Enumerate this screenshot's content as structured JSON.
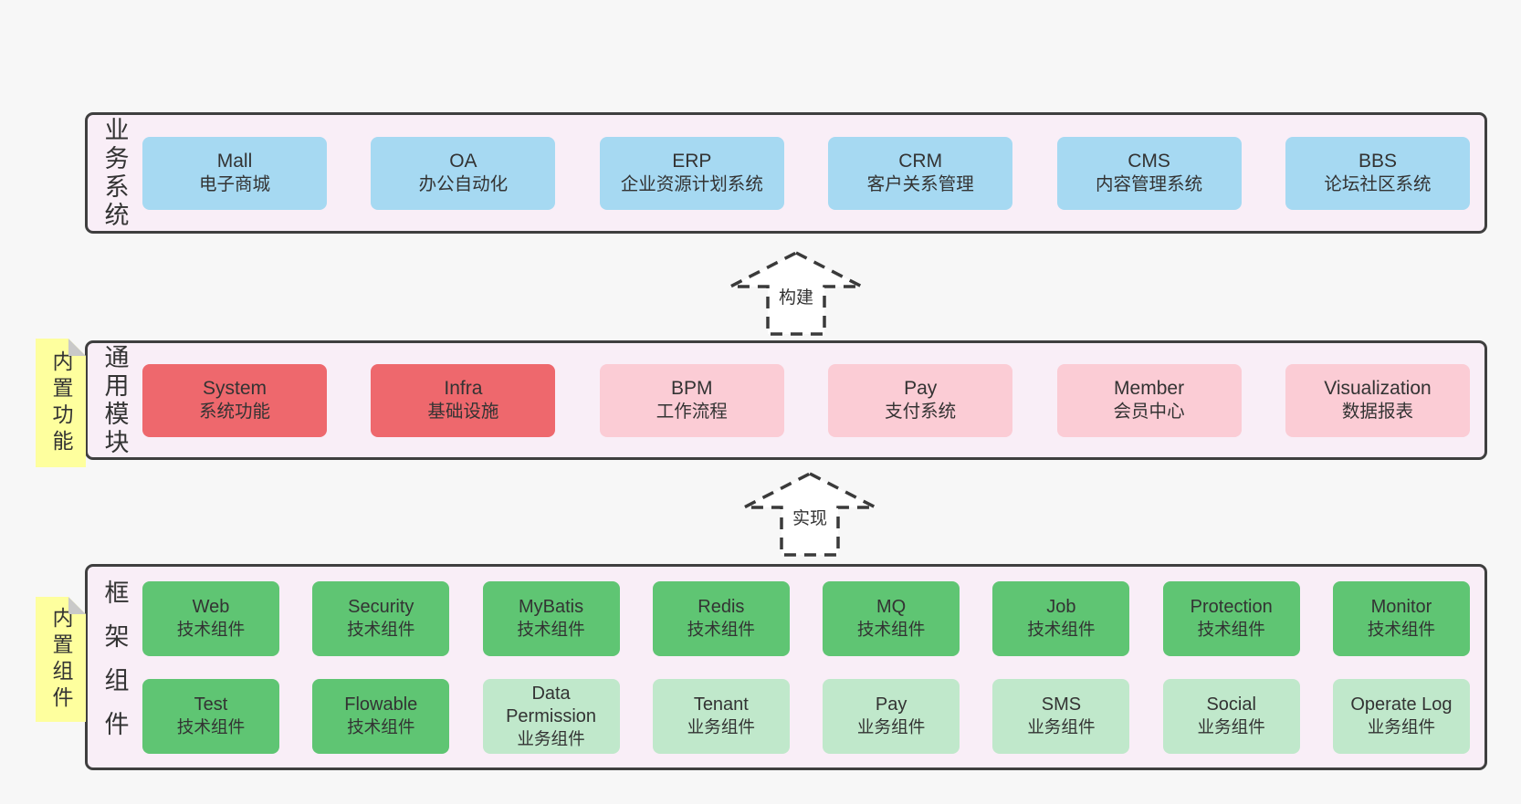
{
  "colors": {
    "page_bg": "#f7f7f7",
    "panel_bg": "#f9eef7",
    "panel_border": "#3f3f3f",
    "node_blue": "#a6d9f2",
    "node_red": "#ee686d",
    "node_pink": "#fbccd5",
    "node_green": "#5fc573",
    "node_light_green": "#c0e8cb",
    "sticky_yellow": "#feff9e",
    "sticky_fold_gray": "#c9c9c9",
    "text_dark": "#333333"
  },
  "sections": {
    "business": {
      "label": "业务系统",
      "boxes": [
        {
          "en": "Mall",
          "zh": "电子商城"
        },
        {
          "en": "OA",
          "zh": "办公自动化"
        },
        {
          "en": "ERP",
          "zh": "企业资源计划系统"
        },
        {
          "en": "CRM",
          "zh": "客户关系管理"
        },
        {
          "en": "CMS",
          "zh": "内容管理系统"
        },
        {
          "en": "BBS",
          "zh": "论坛社区系统"
        }
      ]
    },
    "modules": {
      "label": "通用模块",
      "sticky": "内置功能",
      "boxes": [
        {
          "en": "System",
          "zh": "系统功能"
        },
        {
          "en": "Infra",
          "zh": "基础设施"
        },
        {
          "en": "BPM",
          "zh": "工作流程"
        },
        {
          "en": "Pay",
          "zh": "支付系统"
        },
        {
          "en": "Member",
          "zh": "会员中心"
        },
        {
          "en": "Visualization",
          "zh": "数据报表"
        }
      ]
    },
    "framework": {
      "label": "框架组件",
      "sticky": "内置组件",
      "row1": [
        {
          "en": "Web",
          "zh": "技术组件"
        },
        {
          "en": "Security",
          "zh": "技术组件"
        },
        {
          "en": "MyBatis",
          "zh": "技术组件"
        },
        {
          "en": "Redis",
          "zh": "技术组件"
        },
        {
          "en": "MQ",
          "zh": "技术组件"
        },
        {
          "en": "Job",
          "zh": "技术组件"
        },
        {
          "en": "Protection",
          "zh": "技术组件"
        },
        {
          "en": "Monitor",
          "zh": "技术组件"
        }
      ],
      "row2": [
        {
          "en": "Test",
          "zh": "技术组件"
        },
        {
          "en": "Flowable",
          "zh": "技术组件"
        },
        {
          "en": "Data Permission",
          "zh": "业务组件"
        },
        {
          "en": "Tenant",
          "zh": "业务组件"
        },
        {
          "en": "Pay",
          "zh": "业务组件"
        },
        {
          "en": "SMS",
          "zh": "业务组件"
        },
        {
          "en": "Social",
          "zh": "业务组件"
        },
        {
          "en": "Operate Log",
          "zh": "业务组件"
        }
      ]
    }
  },
  "arrows": [
    {
      "label": "构建"
    },
    {
      "label": "实现"
    }
  ]
}
